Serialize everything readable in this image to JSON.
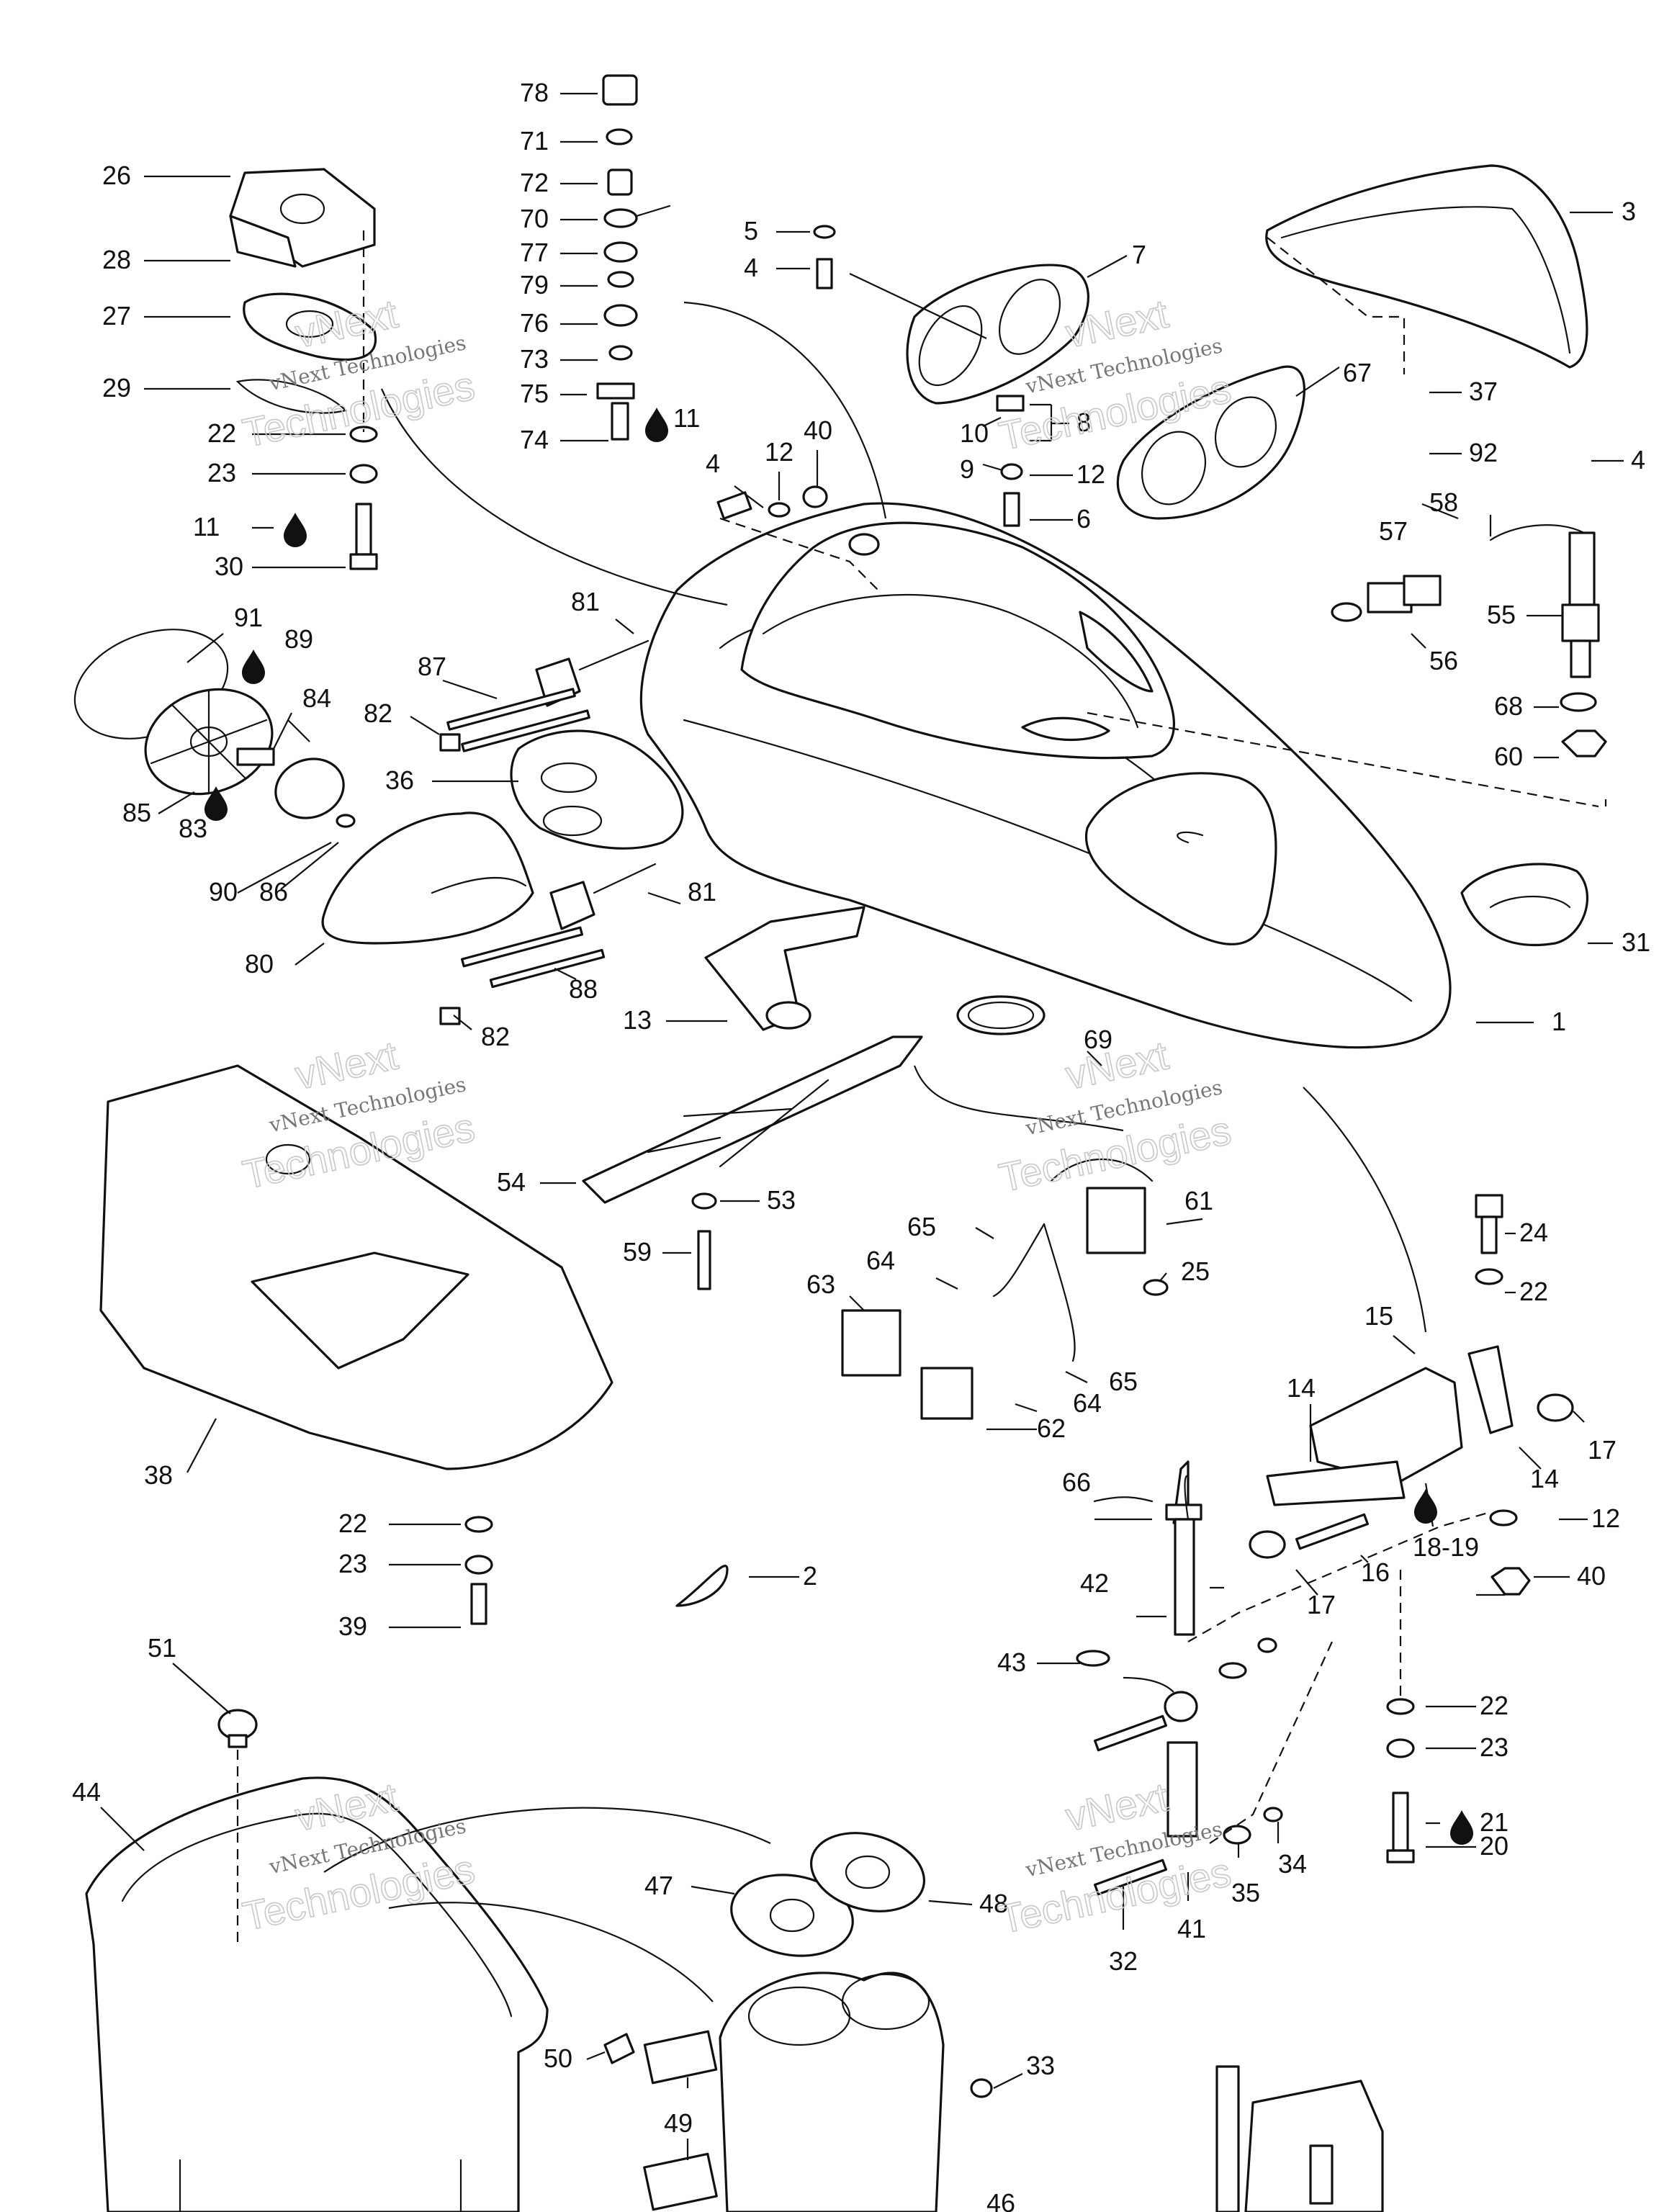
{
  "watermark": {
    "line1": "vNext",
    "line2": "vNext Technologies",
    "line3": "Technologies"
  },
  "callouts": [
    "1",
    "2",
    "3",
    "4",
    "5",
    "6",
    "7",
    "8",
    "9",
    "10",
    "11",
    "12",
    "13",
    "14",
    "15",
    "16",
    "17",
    "18-19",
    "20",
    "21",
    "22",
    "23",
    "24",
    "25",
    "26",
    "27",
    "28",
    "29",
    "30",
    "31",
    "32",
    "33",
    "34",
    "35",
    "36",
    "37",
    "38",
    "39",
    "40",
    "41",
    "42",
    "43",
    "44",
    "46",
    "47",
    "48",
    "49",
    "50",
    "51",
    "53",
    "54",
    "55",
    "56",
    "57",
    "58",
    "59",
    "60",
    "61",
    "62",
    "63",
    "64",
    "65",
    "66",
    "67",
    "68",
    "69",
    "70",
    "71",
    "72",
    "73",
    "74",
    "75",
    "76",
    "77",
    "78",
    "79",
    "80",
    "81",
    "82",
    "83",
    "84",
    "85",
    "86",
    "87",
    "88",
    "89",
    "90",
    "91",
    "92"
  ],
  "icons": {
    "drop": "thread-locker-drop-icon"
  }
}
